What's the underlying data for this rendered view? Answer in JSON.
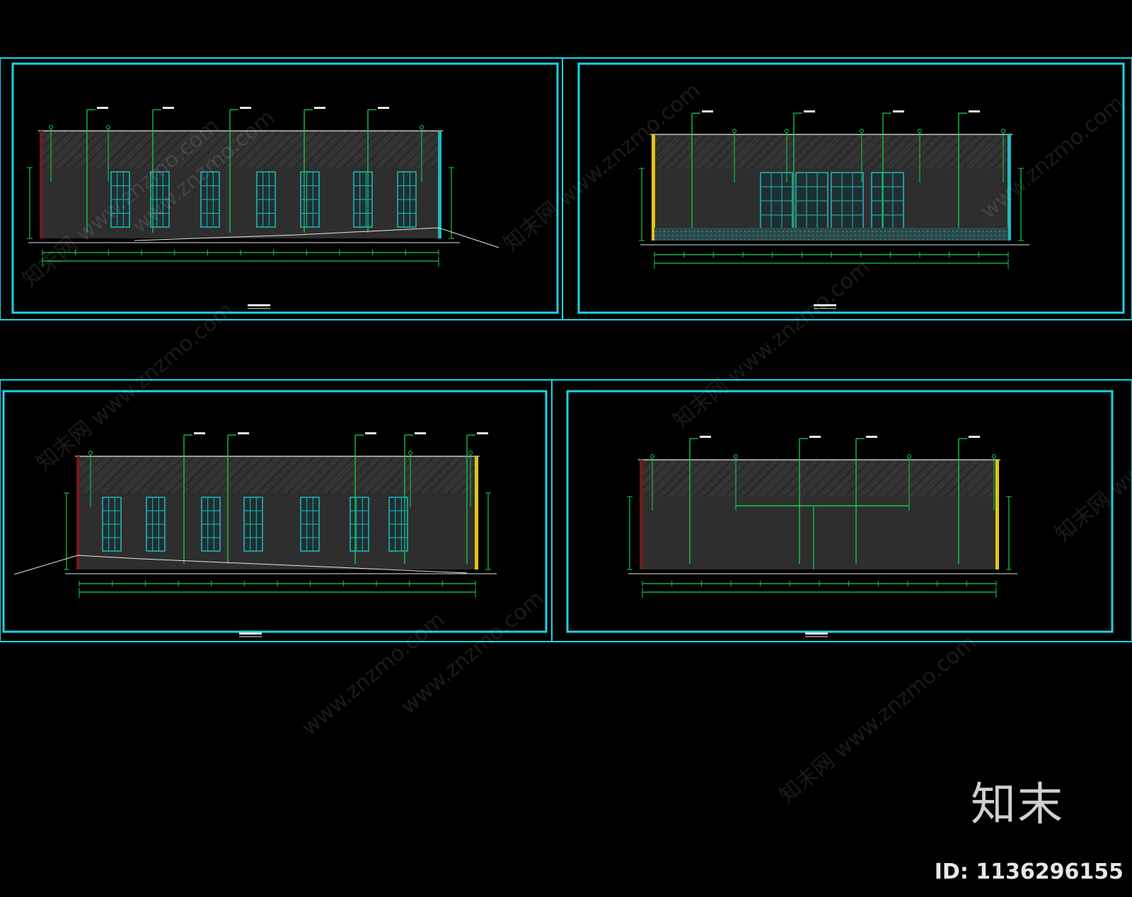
{
  "colors": {
    "frame": "#17d6e6",
    "dim": "#11d14a",
    "wall": "#2e2e2e",
    "hatch": "#1d1d1d",
    "glass": "#22b8c0",
    "accent_red": "#6b1d1d",
    "accent_yellow": "#e5c21a",
    "white_line": "#e6e6e6"
  },
  "watermark": {
    "domain_text": "www.znzmo.com",
    "site_text": "知末网"
  },
  "brand": {
    "logo_text": "知末",
    "id_text": "ID: 1136296155"
  }
}
